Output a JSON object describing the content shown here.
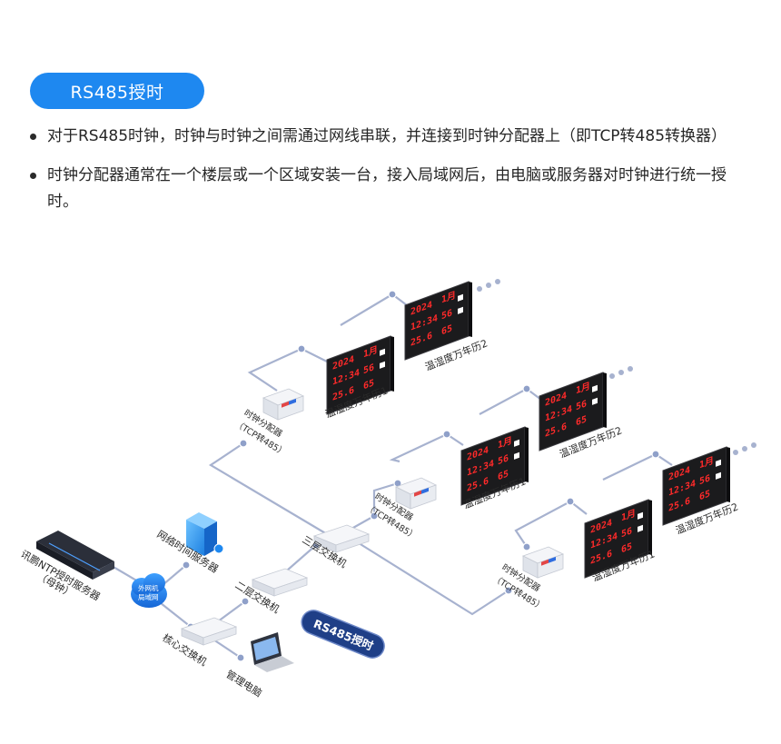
{
  "section_title": "RS485授时",
  "bullets": [
    "对于RS485时钟，时钟与时钟之间需通过网线串联，并连接到时钟分配器上（即TCP转485转换器）",
    "时钟分配器通常在一个楼层或一个区域安装一台，接入局域网后，由电脑或服务器对时钟进行统一授时。"
  ],
  "diagram": {
    "badge": "RS485授时",
    "ntp_server": {
      "line1": "讯鹏NTP授时服务器",
      "line2": "（母钟）"
    },
    "time_server": "网络时间服务器",
    "cloud": {
      "line1": "外网机",
      "line2": "局域网"
    },
    "core_switch": "核心交换机",
    "mgmt_pc": "管理电脑",
    "l2_switch": "二层交换机",
    "l3_switch": "三层交换机",
    "distributor": {
      "line1": "时钟分配器",
      "line2": "（TCP转485）"
    },
    "clock1": "温湿度万年历1",
    "clock2": "温湿度万年历2",
    "display_year": "2024"
  },
  "colors": {
    "accent": "#1e88f0",
    "line": "#a7b2cf",
    "clock_body": "#1b1b1d",
    "digits": "#ff2a2a",
    "badge": "#1f3f87"
  }
}
